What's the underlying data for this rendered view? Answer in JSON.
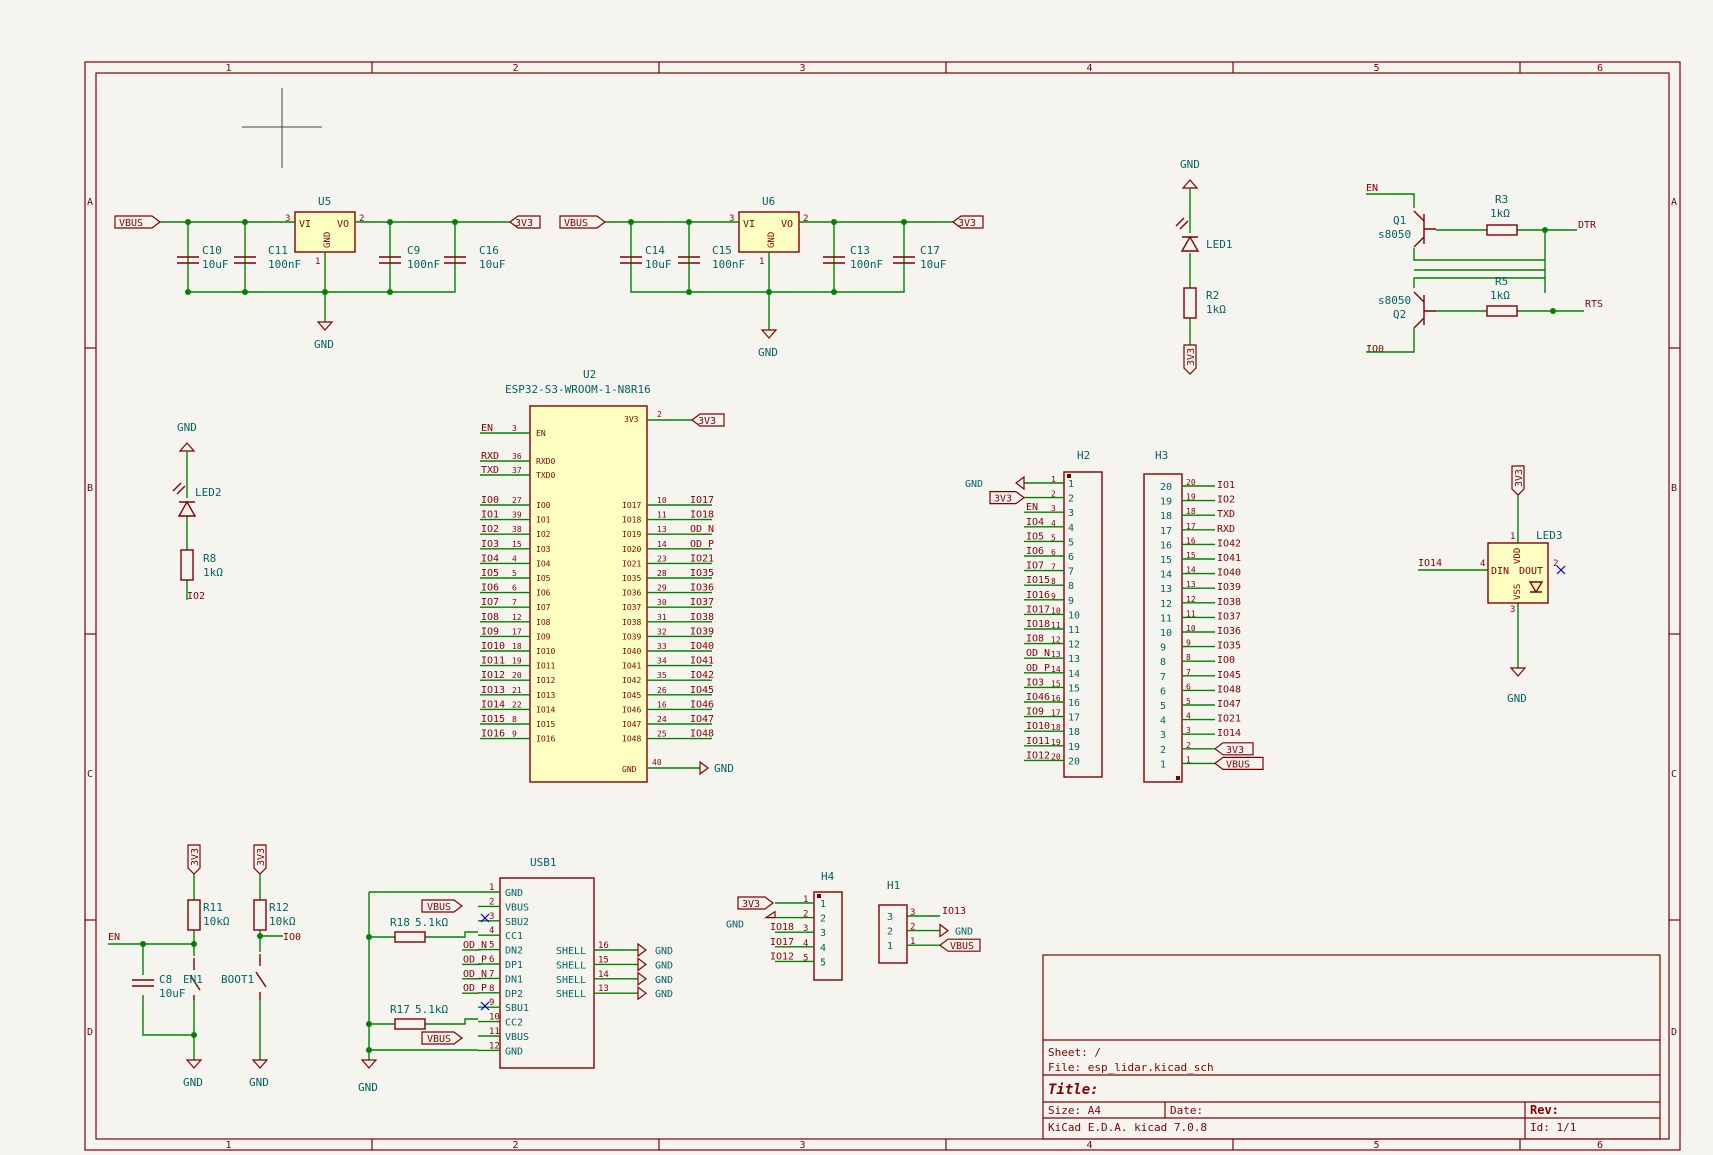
{
  "frame": {
    "cols": [
      "1",
      "2",
      "3",
      "4",
      "5",
      "6"
    ],
    "rows": [
      "A",
      "B",
      "C",
      "D"
    ]
  },
  "title_block": {
    "sheet": "Sheet: /",
    "file": "File: esp_lidar.kicad_sch",
    "title": "Title:",
    "size": "Size: A4",
    "date": "Date:",
    "rev": "Rev:",
    "tool": "KiCad E.D.A.  kicad 7.0.8",
    "id": "Id: 1/1"
  },
  "regulators": {
    "u5": {
      "ref": "U5",
      "vi": "VI",
      "vo": "VO",
      "gnd": "GND",
      "p3": "3",
      "p2": "2",
      "p1": "1"
    },
    "u6": {
      "ref": "U6",
      "vi": "VI",
      "vo": "VO",
      "gnd": "GND",
      "p3": "3",
      "p2": "2",
      "p1": "1"
    },
    "caps": [
      {
        "ref": "C10",
        "val": "10uF"
      },
      {
        "ref": "C11",
        "val": "100nF"
      },
      {
        "ref": "C9",
        "val": "100nF"
      },
      {
        "ref": "C16",
        "val": "10uF"
      },
      {
        "ref": "C14",
        "val": "10uF"
      },
      {
        "ref": "C15",
        "val": "100nF"
      },
      {
        "ref": "C13",
        "val": "100nF"
      },
      {
        "ref": "C17",
        "val": "10uF"
      }
    ]
  },
  "nets": {
    "vbus": "VBUS",
    "v3v3": "3V3",
    "gnd": "GND",
    "en": "EN",
    "io0": "IO0",
    "io2": "IO2",
    "io13": "IO13",
    "io14": "IO14",
    "dtr": "DTR",
    "rts": "RTS",
    "rxd": "RXD",
    "txd": "TXD"
  },
  "u2": {
    "ref": "U2",
    "value": "ESP32-S3-WROOM-1-N8R16",
    "left_pins": [
      {
        "net": "EN",
        "num": "3",
        "name": "EN"
      },
      {
        "net": "RXD",
        "num": "36",
        "name": "RXD0"
      },
      {
        "net": "TXD",
        "num": "37",
        "name": "TXD0"
      },
      {
        "net": "IO0",
        "num": "27",
        "name": "IO0"
      },
      {
        "net": "IO1",
        "num": "39",
        "name": "IO1"
      },
      {
        "net": "IO2",
        "num": "38",
        "name": "IO2"
      },
      {
        "net": "IO3",
        "num": "15",
        "name": "IO3"
      },
      {
        "net": "IO4",
        "num": "4",
        "name": "IO4"
      },
      {
        "net": "IO5",
        "num": "5",
        "name": "IO5"
      },
      {
        "net": "IO6",
        "num": "6",
        "name": "IO6"
      },
      {
        "net": "IO7",
        "num": "7",
        "name": "IO7"
      },
      {
        "net": "IO8",
        "num": "12",
        "name": "IO8"
      },
      {
        "net": "IO9",
        "num": "17",
        "name": "IO9"
      },
      {
        "net": "IO10",
        "num": "18",
        "name": "IO10"
      },
      {
        "net": "IO11",
        "num": "19",
        "name": "IO11"
      },
      {
        "net": "IO12",
        "num": "20",
        "name": "IO12"
      },
      {
        "net": "IO13",
        "num": "21",
        "name": "IO13"
      },
      {
        "net": "IO14",
        "num": "22",
        "name": "IO14"
      },
      {
        "net": "IO15",
        "num": "8",
        "name": "IO15"
      },
      {
        "net": "IO16",
        "num": "9",
        "name": "IO16"
      }
    ],
    "right_pins": [
      {
        "net": "IO17",
        "num": "10",
        "name": "IO17"
      },
      {
        "net": "IO18",
        "num": "11",
        "name": "IO18"
      },
      {
        "net": "OD_N",
        "num": "13",
        "name": "IO19"
      },
      {
        "net": "OD_P",
        "num": "14",
        "name": "IO20"
      },
      {
        "net": "IO21",
        "num": "23",
        "name": "IO21"
      },
      {
        "net": "IO35",
        "num": "28",
        "name": "IO35"
      },
      {
        "net": "IO36",
        "num": "29",
        "name": "IO36"
      },
      {
        "net": "IO37",
        "num": "30",
        "name": "IO37"
      },
      {
        "net": "IO38",
        "num": "31",
        "name": "IO38"
      },
      {
        "net": "IO39",
        "num": "32",
        "name": "IO39"
      },
      {
        "net": "IO40",
        "num": "33",
        "name": "IO40"
      },
      {
        "net": "IO41",
        "num": "34",
        "name": "IO41"
      },
      {
        "net": "IO42",
        "num": "35",
        "name": "IO42"
      },
      {
        "net": "IO45",
        "num": "26",
        "name": "IO45"
      },
      {
        "net": "IO46",
        "num": "16",
        "name": "IO46"
      },
      {
        "net": "IO47",
        "num": "24",
        "name": "IO47"
      },
      {
        "net": "IO48",
        "num": "25",
        "name": "IO48"
      }
    ],
    "v3_pin": {
      "num": "2",
      "name": "3V3"
    },
    "gnd_pin": {
      "num": "40",
      "name": "GND"
    }
  },
  "h2": {
    "ref": "H2",
    "nets": [
      "GND",
      "3V3",
      "EN",
      "IO4",
      "IO5",
      "IO6",
      "IO7",
      "IO15",
      "IO16",
      "IO17",
      "IO18",
      "IO8",
      "OD_N",
      "OD_P",
      "IO3",
      "IO46",
      "IO9",
      "IO10",
      "IO11",
      "IO12"
    ]
  },
  "h3": {
    "ref": "H3",
    "nets": [
      "IO1",
      "IO2",
      "TXD",
      "RXD",
      "IO42",
      "IO41",
      "IO40",
      "IO39",
      "IO38",
      "IO37",
      "IO36",
      "IO35",
      "IO0",
      "IO45",
      "IO48",
      "IO47",
      "IO21",
      "IO14",
      "3V3",
      "VBUS"
    ]
  },
  "led1": {
    "ref": "LED1",
    "r": "R2",
    "rv": "1kΩ"
  },
  "led2": {
    "ref": "LED2",
    "r": "R8",
    "rv": "1kΩ"
  },
  "led3": {
    "ref": "LED3",
    "vdd": "VDD",
    "din": "DIN",
    "dout": "DOUT",
    "vss": "VSS",
    "p1": "1",
    "p2": "2",
    "p3": "3",
    "p4": "4"
  },
  "transistors": {
    "q1": "Q1",
    "q2": "Q2",
    "q1v": "s8050",
    "q2v": "s8050",
    "r3": "R3",
    "r5": "R5",
    "rv": "1kΩ"
  },
  "reset": {
    "r11": "R11",
    "r12": "R12",
    "rv": "10kΩ",
    "c8": "C8",
    "c8v": "10uF",
    "en1": "EN1",
    "boot1": "BOOT1"
  },
  "usb": {
    "ref": "USB1",
    "pins": [
      {
        "n": "1",
        "name": "GND"
      },
      {
        "n": "2",
        "name": "VBUS"
      },
      {
        "n": "3",
        "name": "SBU2"
      },
      {
        "n": "4",
        "name": "CC1"
      },
      {
        "n": "5",
        "name": "DN2"
      },
      {
        "n": "6",
        "name": "DP1"
      },
      {
        "n": "7",
        "name": "DN1"
      },
      {
        "n": "8",
        "name": "DP2"
      },
      {
        "n": "9",
        "name": "SBU1"
      },
      {
        "n": "10",
        "name": "CC2"
      },
      {
        "n": "11",
        "name": "VBUS"
      },
      {
        "n": "12",
        "name": "GND"
      }
    ],
    "shell": [
      {
        "n": "16",
        "name": "SHELL"
      },
      {
        "n": "15",
        "name": "SHELL"
      },
      {
        "n": "14",
        "name": "SHELL"
      },
      {
        "n": "13",
        "name": "SHELL"
      }
    ],
    "r18": "R18",
    "r17": "R17",
    "rv": "5.1kΩ",
    "nets": [
      "OD_N",
      "OD_P",
      "OD_N",
      "OD_P"
    ]
  },
  "h4": {
    "ref": "H4",
    "nets": [
      "3V3",
      "GND",
      "IO18",
      "IO17",
      "IO12"
    ],
    "pins": [
      "1",
      "2",
      "3",
      "4",
      "5"
    ]
  },
  "h1": {
    "ref": "H1",
    "nets": [
      "IO13",
      "GND",
      "VBUS"
    ],
    "pins": [
      "3",
      "2",
      "1"
    ]
  }
}
